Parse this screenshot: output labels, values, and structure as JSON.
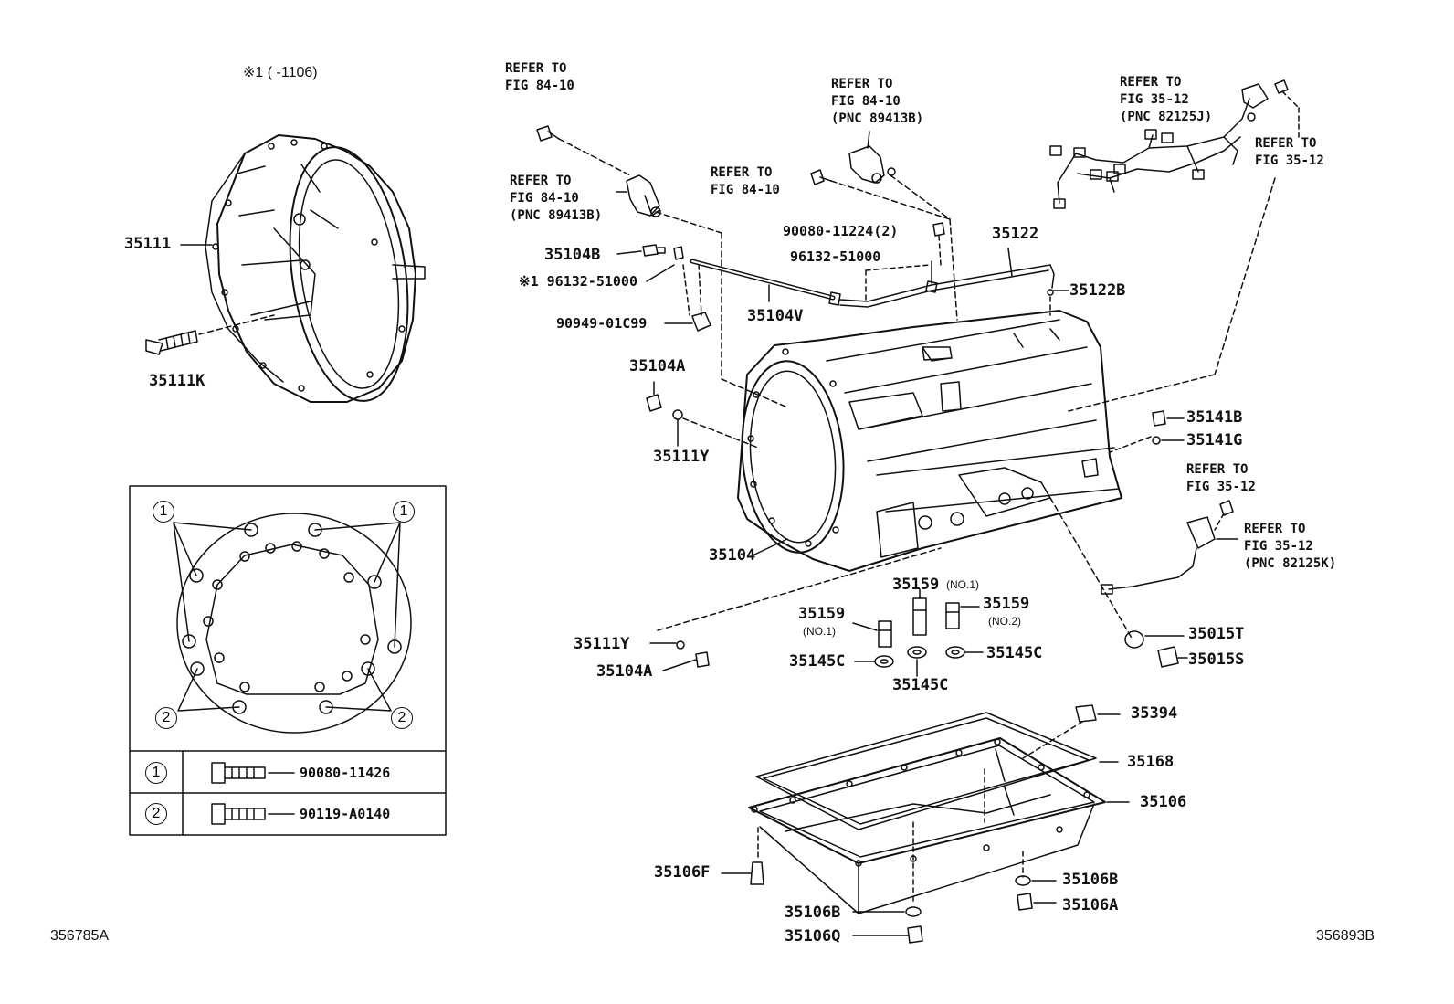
{
  "header": {
    "note": "※1 (   -1106)"
  },
  "figure_ids": {
    "left": "356785A",
    "right": "356893B"
  },
  "refs": [
    "REFER TO\nFIG 84-10",
    "REFER TO\nFIG 84-10\n(PNC 89413B)",
    "REFER TO\nFIG 35-12\n(PNC 82125J)",
    "REFER TO\nFIG 35-12",
    "REFER TO\nFIG 84-10\n(PNC 89413B)",
    "REFER TO\nFIG 84-10",
    "REFER TO\nFIG 35-12",
    "REFER TO\nFIG 35-12\n(PNC 82125K)"
  ],
  "parts": {
    "p35111": "35111",
    "p35111k": "35111K",
    "p35104b": "35104B",
    "p96132_star": "※1 96132-51000",
    "p90949": "90949-01C99",
    "p35104v": "35104V",
    "p90080_11224": "90080-11224(2)",
    "p96132": "96132-51000",
    "p35122": "35122",
    "p35122b": "35122B",
    "p35104a_top": "35104A",
    "p35111y_top": "35111Y",
    "p35141b": "35141B",
    "p35141g": "35141G",
    "p35104": "35104",
    "p35159_no1_top": "35159",
    "p35159_no1_left": "35159",
    "p35159_no2": "35159",
    "p35145c_left": "35145C",
    "p35145c_mid": "35145C",
    "p35145c_right": "35145C",
    "p35111y_bot": "35111Y",
    "p35104a_bot": "35104A",
    "p35015t": "35015T",
    "p35015s": "35015S",
    "p35394": "35394",
    "p35168": "35168",
    "p35106": "35106",
    "p35106f": "35106F",
    "p35106b_right": "35106B",
    "p35106a": "35106A",
    "p35106b_left": "35106B",
    "p35106q": "35106Q"
  },
  "subnotes": {
    "no1_top": "(NO.1)",
    "no1_left": "(NO.1)",
    "no2": "(NO.2)"
  },
  "bolt_key": [
    {
      "mark": "1",
      "part": "90080-11426"
    },
    {
      "mark": "2",
      "part": "90119-A0140"
    }
  ],
  "colors": {
    "ink": "#111111",
    "paper": "#ffffff"
  }
}
